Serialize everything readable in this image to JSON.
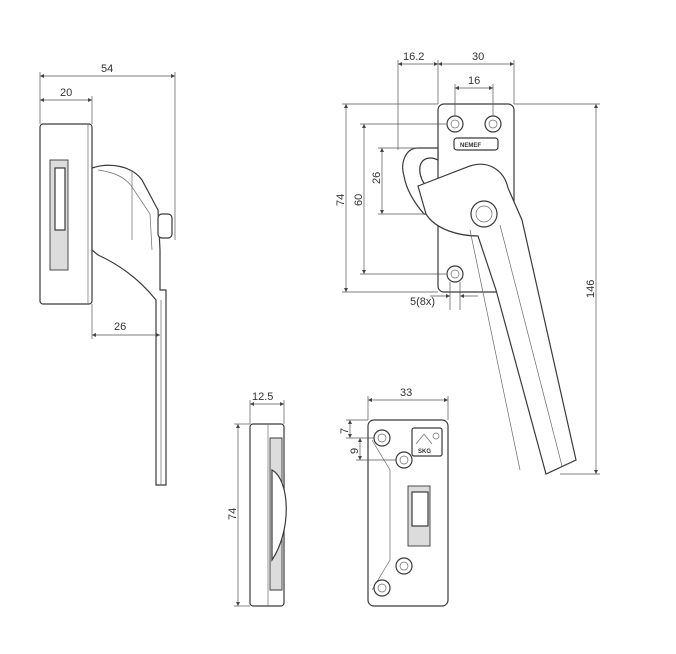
{
  "dimensions": {
    "side_view": {
      "width_total": "54",
      "base_depth": "20",
      "lever_offset": "26"
    },
    "front_view": {
      "top_width": "16.2",
      "plate_width": "30",
      "hole_spacing_h": "16",
      "height_74": "74",
      "height_60": "60",
      "hook_26": "26",
      "total_146": "146",
      "screw_5": "5(8x)"
    },
    "keeper_side": {
      "thickness": "12.5",
      "height": "74"
    },
    "keeper_front": {
      "width": "33",
      "offset_7": "7",
      "offset_9": "9"
    }
  },
  "markings": {
    "brand_stamp": "NEMEF",
    "keeper_stamp": "SKG"
  }
}
